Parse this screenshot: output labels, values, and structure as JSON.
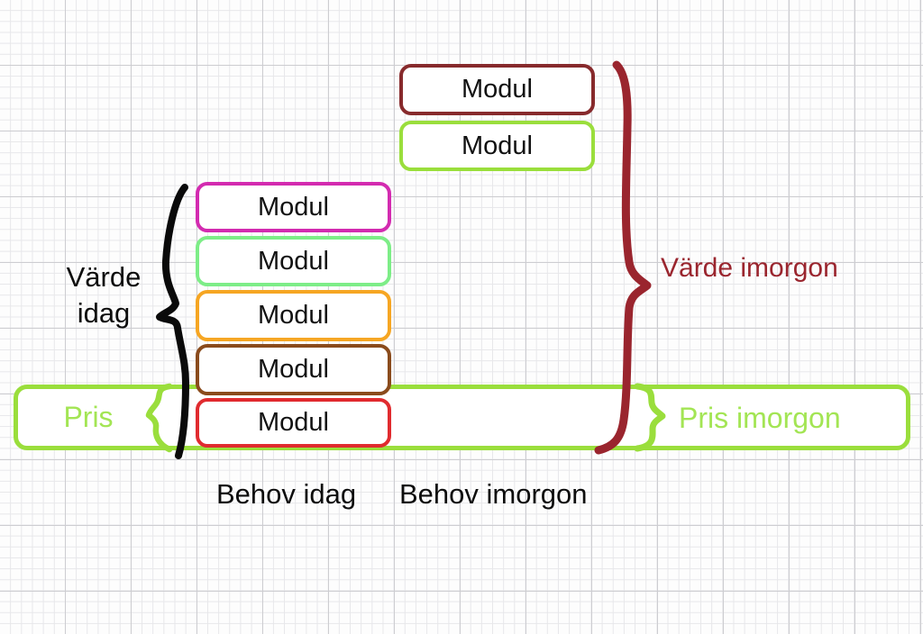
{
  "stacks": {
    "tomorrow": {
      "boxes": [
        {
          "label": "Modul",
          "color": "#872a2c"
        },
        {
          "label": "Modul",
          "color": "#9ade3c"
        }
      ]
    },
    "today": {
      "boxes": [
        {
          "label": "Modul",
          "color": "#d32bb0"
        },
        {
          "label": "Modul",
          "color": "#7ded87"
        },
        {
          "label": "Modul",
          "color": "#f6a623"
        },
        {
          "label": "Modul",
          "color": "#8a4b1c"
        },
        {
          "label": "Modul",
          "color": "#e02b2f"
        }
      ]
    }
  },
  "labels": {
    "varde_idag": "Värde\nidag",
    "varde_imorgon": "Värde imorgon",
    "pris": "Pris",
    "pris_imorgon": "Pris imorgon",
    "behov_idag": "Behov idag",
    "behov_imorgon": "Behov imorgon"
  },
  "colors": {
    "black": "#0a0a0a",
    "dark_red": "#9a252e",
    "green": "#9ade3c",
    "green_text": "#a3e554"
  }
}
